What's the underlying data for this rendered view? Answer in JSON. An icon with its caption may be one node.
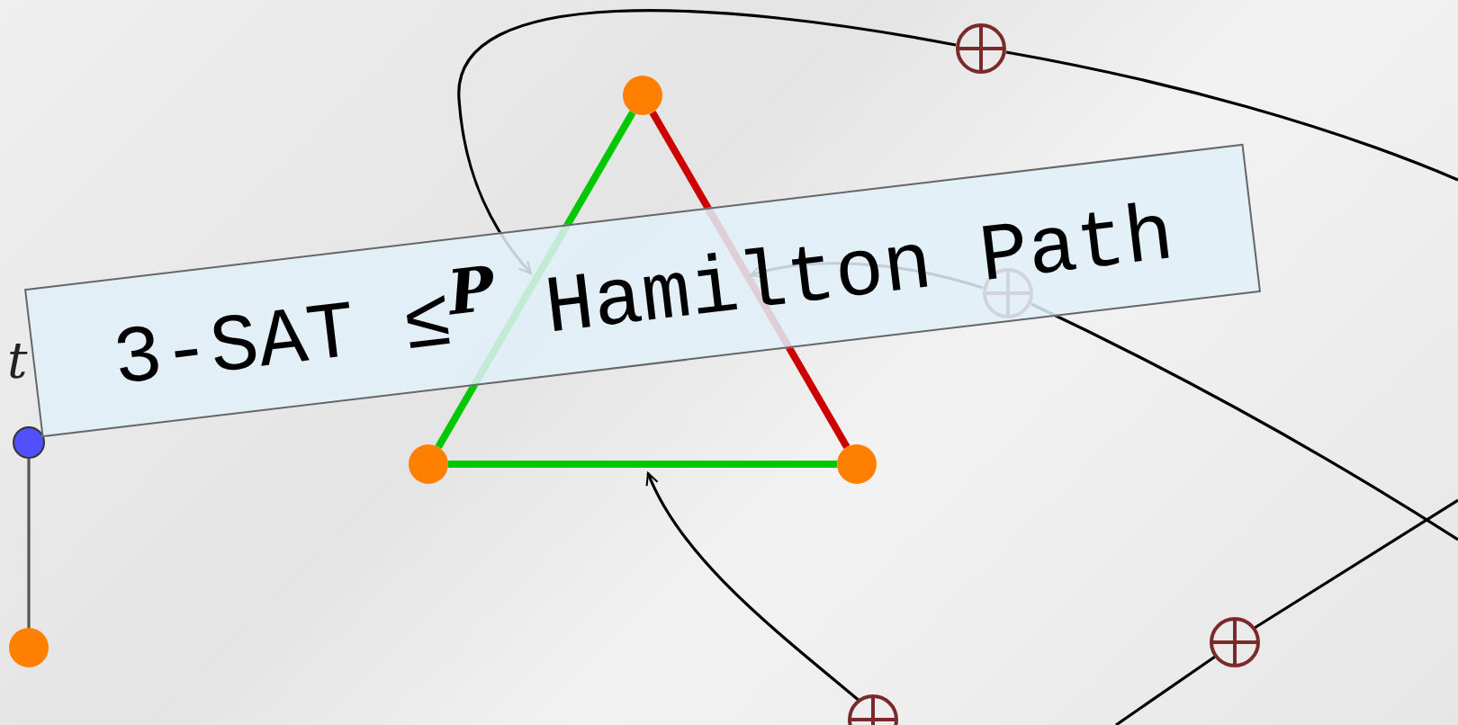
{
  "diagram": {
    "title": "3-SAT ≤$^{P}$ Hamilton Path",
    "nodes": [
      {
        "text": [],
        "shape": "circle"
      },
      {
        "text": [],
        "shape": "circle"
      },
      {
        "text": [],
        "shape": "circle"
      },
      {
        "text": [],
        "shape": "circle"
      },
      {
        "text": [],
        "shape": "circle"
      },
      {
        "text": [],
        "shape": "circle"
      },
      {
        "text": [],
        "shape": "circle"
      },
      {
        "text": [],
        "shape": "circle"
      },
      {
        "text": [],
        "shape": "circle"
      }
    ],
    "edges": [
      {
        "from": 0,
        "to": 1,
        "arrow": "none",
        "style": "thick",
        "color": "#00c800"
      },
      {
        "from": 0,
        "to": 2,
        "arrow": "none",
        "style": "thick",
        "color": "#cc0000"
      },
      {
        "from": 1,
        "to": 2,
        "arrow": "none",
        "style": "thick",
        "color": "#00c800"
      },
      {
        "from": 3,
        "to": 4,
        "arrow": "none",
        "color": "#555555"
      },
      {
        "from": 5,
        "to": null,
        "arrow": "to"
      },
      {
        "from": 6,
        "to": null,
        "arrow": "to"
      },
      {
        "from": 8,
        "to": null,
        "arrow": "to"
      },
      {
        "from": 7,
        "to": null,
        "arrow": "none"
      }
    ],
    "labels": [
      "t"
    ]
  }
}
